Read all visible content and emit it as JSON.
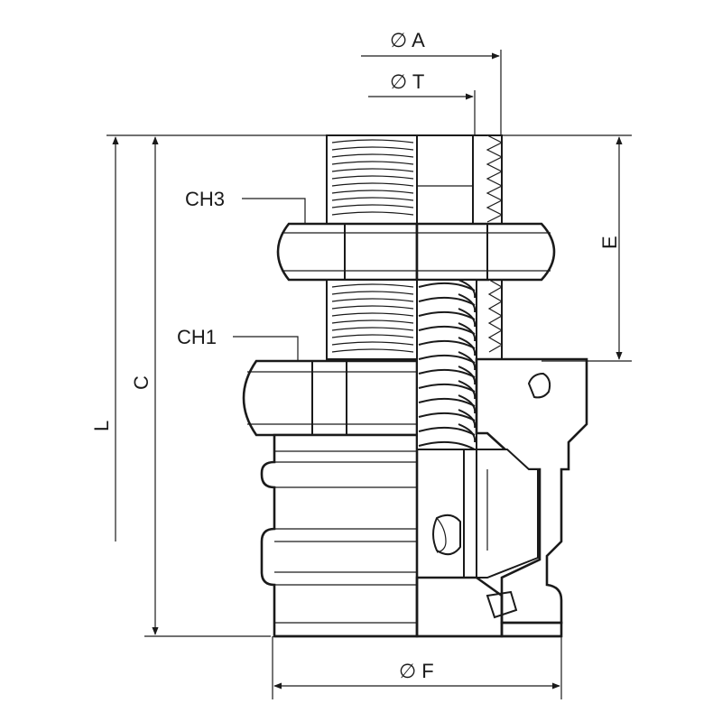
{
  "labels": {
    "dim_a": "∅ A",
    "dim_t": "∅ T",
    "dim_e": "E",
    "dim_c": "C",
    "dim_l": "L",
    "dim_f": "∅ F",
    "ch3": "CH3",
    "ch1": "CH1"
  },
  "colors": {
    "line": "#1a1a1a",
    "background": "#ffffff"
  }
}
